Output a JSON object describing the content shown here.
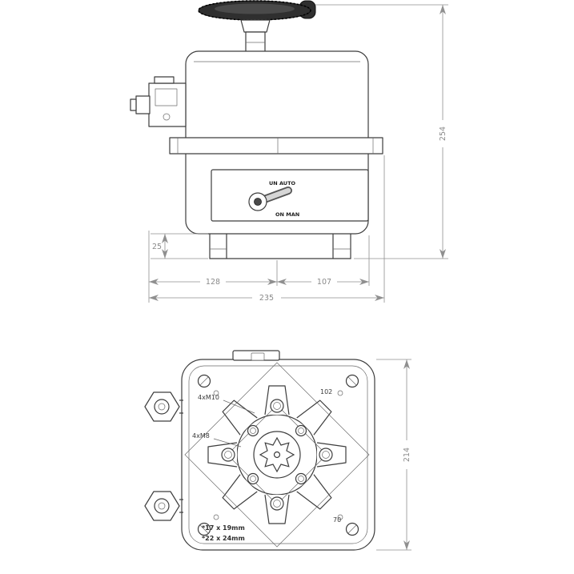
{
  "side_view": {
    "dim_height": "254",
    "dim_base_height": "25",
    "dim_left_width": "128",
    "dim_right_width": "107",
    "dim_total_width": "235",
    "lever_auto_label": "UN AUTO",
    "lever_man_label": "ON MAN"
  },
  "bottom_view": {
    "dim_width": "214",
    "bolt_square_large": "102",
    "bolt_square_small": "70",
    "bolts_large_label": "4xM10",
    "bolts_small_label": "4xM8",
    "drive_note_1": "*17 x 19mm",
    "drive_note_2": "*22 x 24mm"
  }
}
